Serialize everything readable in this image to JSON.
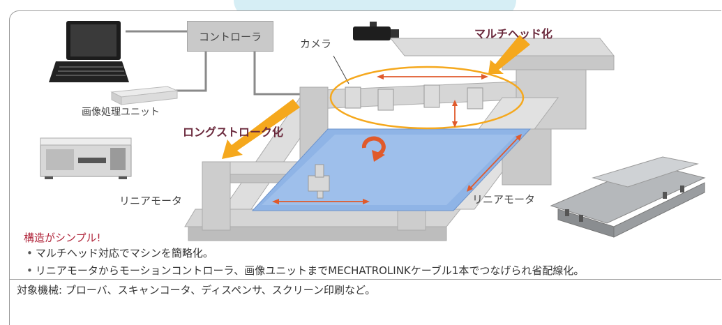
{
  "labels": {
    "controller": "コントローラ",
    "camera": "カメラ",
    "multihead": "マルチヘッド化",
    "image_unit": "画像処理ユニット",
    "long_stroke": "ロングストローク化",
    "linear_motor_left": "リニアモータ",
    "linear_motor_right": "リニアモータ"
  },
  "features": {
    "title": "構造がシンプル!",
    "items": [
      "マルチヘッド対応でマシンを簡略化。",
      "リニアモータからモーションコントローラ、画像ユニットまでMECHATROLINKケーブル1本でつなげられ省配線化。"
    ]
  },
  "footer": {
    "text": "対象機械: プローバ、スキャンコータ、ディスペンサ、スクリーン印刷など。"
  },
  "colors": {
    "accent_orange": "#f5a81d",
    "arrow_red": "#e05a2b",
    "callout_text": "#6b2a3d",
    "machine_gray": "#d4d4d4",
    "table_blue": "#8fb4e6"
  }
}
